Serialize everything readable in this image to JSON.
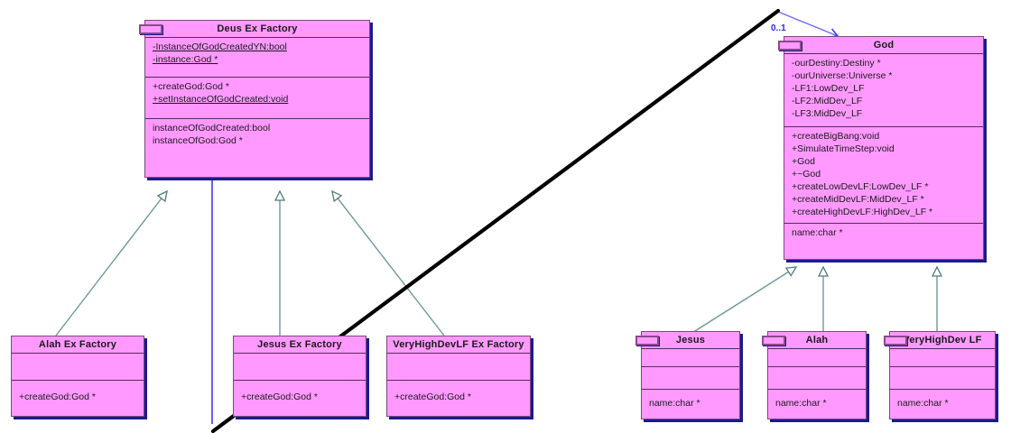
{
  "diagram": {
    "type": "uml-class-diagram",
    "background": "#ffffff",
    "class_fill": "#FF99FF",
    "class_border": "#7a4a7a",
    "shadow_color": "#1a1a8c",
    "generalization_color": "#6E9898",
    "association_color": "#3a3af0",
    "annotation_color": "#000000"
  },
  "classes": {
    "deus_ex_factory": {
      "name": "Deus Ex Factory",
      "compartments": [
        {
          "members": [
            {
              "text": "-InstanceOfGodCreatedYN:bool",
              "static": true
            },
            {
              "text": "-instance:God *",
              "static": true
            }
          ]
        },
        {
          "members": [
            {
              "text": "+createGod:God *",
              "static": false
            },
            {
              "text": "+setInstanceOfGodCreated:void",
              "static": true
            }
          ]
        },
        {
          "members": [
            {
              "text": "instanceOfGodCreated:bool",
              "static": false
            },
            {
              "text": "instanceOfGod:God *",
              "static": false
            }
          ]
        }
      ]
    },
    "god": {
      "name": "God",
      "compartments": [
        {
          "members": [
            {
              "text": "-ourDestiny:Destiny *",
              "static": false
            },
            {
              "text": "-ourUniverse:Universe *",
              "static": false
            },
            {
              "text": "-LF1:LowDev_LF",
              "static": false
            },
            {
              "text": "-LF2:MidDev_LF",
              "static": false
            },
            {
              "text": "-LF3:MidDev_LF",
              "static": false
            }
          ]
        },
        {
          "members": [
            {
              "text": "+createBigBang:void",
              "static": false
            },
            {
              "text": "+SimulateTimeStep:void",
              "static": false
            },
            {
              "text": "+God",
              "static": false
            },
            {
              "text": "+~God",
              "static": false
            },
            {
              "text": "+createLowDevLF:LowDev_LF *",
              "static": false
            },
            {
              "text": "+createMidDevLF:MidDev_LF *",
              "static": false
            },
            {
              "text": "+createHighDevLF:HighDev_LF *",
              "static": false
            }
          ]
        },
        {
          "members": [
            {
              "text": "name:char *",
              "static": false
            }
          ]
        }
      ]
    },
    "alah_ex_factory": {
      "name": "Alah Ex Factory",
      "compartments": [
        {
          "members": []
        },
        {
          "members": [
            {
              "text": "+createGod:God *",
              "static": false
            }
          ]
        }
      ]
    },
    "jesus_ex_factory": {
      "name": "Jesus Ex Factory",
      "compartments": [
        {
          "members": []
        },
        {
          "members": [
            {
              "text": "+createGod:God *",
              "static": false
            }
          ]
        }
      ]
    },
    "veryhighdevlf_ex_factory": {
      "name": "VeryHighDevLF Ex Factory",
      "compartments": [
        {
          "members": []
        },
        {
          "members": [
            {
              "text": "+createGod:God *",
              "static": false
            }
          ]
        }
      ]
    },
    "jesus": {
      "name": "Jesus",
      "compartments": [
        {
          "members": []
        },
        {
          "members": []
        },
        {
          "members": [
            {
              "text": "name:char *",
              "static": false
            }
          ]
        }
      ]
    },
    "alah": {
      "name": "Alah",
      "compartments": [
        {
          "members": []
        },
        {
          "members": []
        },
        {
          "members": [
            {
              "text": "name:char *",
              "static": false
            }
          ]
        }
      ]
    },
    "veryhighdev_lf": {
      "name": "VeryHighDev LF",
      "compartments": [
        {
          "members": []
        },
        {
          "members": []
        },
        {
          "members": [
            {
              "text": "name:char *",
              "static": false
            }
          ]
        }
      ]
    }
  },
  "annotations": {
    "multiplicity_0_1": "0..1"
  },
  "relationships": [
    {
      "type": "generalization",
      "from": "alah_ex_factory",
      "to": "deus_ex_factory"
    },
    {
      "type": "generalization",
      "from": "jesus_ex_factory",
      "to": "deus_ex_factory"
    },
    {
      "type": "generalization",
      "from": "veryhighdevlf_ex_factory",
      "to": "deus_ex_factory"
    },
    {
      "type": "generalization",
      "from": "jesus",
      "to": "god"
    },
    {
      "type": "generalization",
      "from": "alah",
      "to": "god"
    },
    {
      "type": "generalization",
      "from": "veryhighdev_lf",
      "to": "god"
    },
    {
      "type": "association",
      "from": "deus_ex_factory",
      "to": "god",
      "label": "0..1"
    }
  ]
}
